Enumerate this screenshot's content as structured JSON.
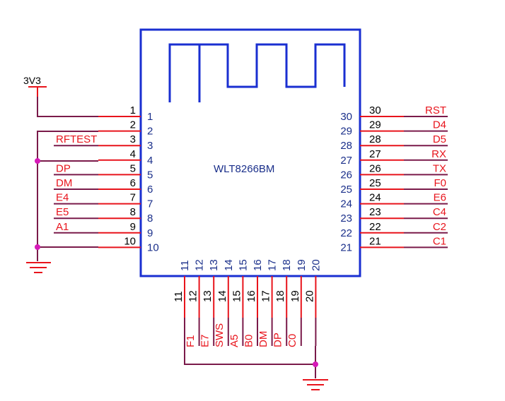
{
  "chip": {
    "name": "WLT8266BM"
  },
  "power_label": "3V3",
  "left_pins": [
    {
      "num": "1",
      "net": ""
    },
    {
      "num": "2",
      "net": ""
    },
    {
      "num": "3",
      "net": "RFTEST"
    },
    {
      "num": "4",
      "net": ""
    },
    {
      "num": "5",
      "net": "DP"
    },
    {
      "num": "6",
      "net": "DM"
    },
    {
      "num": "7",
      "net": "E4"
    },
    {
      "num": "8",
      "net": "E5"
    },
    {
      "num": "9",
      "net": "A1"
    },
    {
      "num": "10",
      "net": ""
    }
  ],
  "right_pins": [
    {
      "num": "30",
      "net": "RST"
    },
    {
      "num": "29",
      "net": "D4"
    },
    {
      "num": "28",
      "net": "D5"
    },
    {
      "num": "27",
      "net": "RX"
    },
    {
      "num": "26",
      "net": "TX"
    },
    {
      "num": "25",
      "net": "F0"
    },
    {
      "num": "24",
      "net": "E6"
    },
    {
      "num": "23",
      "net": "C4"
    },
    {
      "num": "22",
      "net": "C2"
    },
    {
      "num": "21",
      "net": "C1"
    }
  ],
  "bottom_pins": [
    {
      "num": "11",
      "net": "F1"
    },
    {
      "num": "12",
      "net": "E7"
    },
    {
      "num": "13",
      "net": "SWS"
    },
    {
      "num": "14",
      "net": "A5"
    },
    {
      "num": "15",
      "net": "B0"
    },
    {
      "num": "16",
      "net": "DM"
    },
    {
      "num": "17",
      "net": "DP"
    },
    {
      "num": "18",
      "net": "C0"
    },
    {
      "num": "19",
      "net": ""
    },
    {
      "num": "20",
      "net": ""
    }
  ],
  "colors": {
    "chip_outline": "#1a2fd1",
    "wire": "#7a1a4a",
    "pin_line": "#e8141c",
    "net_label": "#e8141c",
    "junction": "#d61ab8"
  }
}
